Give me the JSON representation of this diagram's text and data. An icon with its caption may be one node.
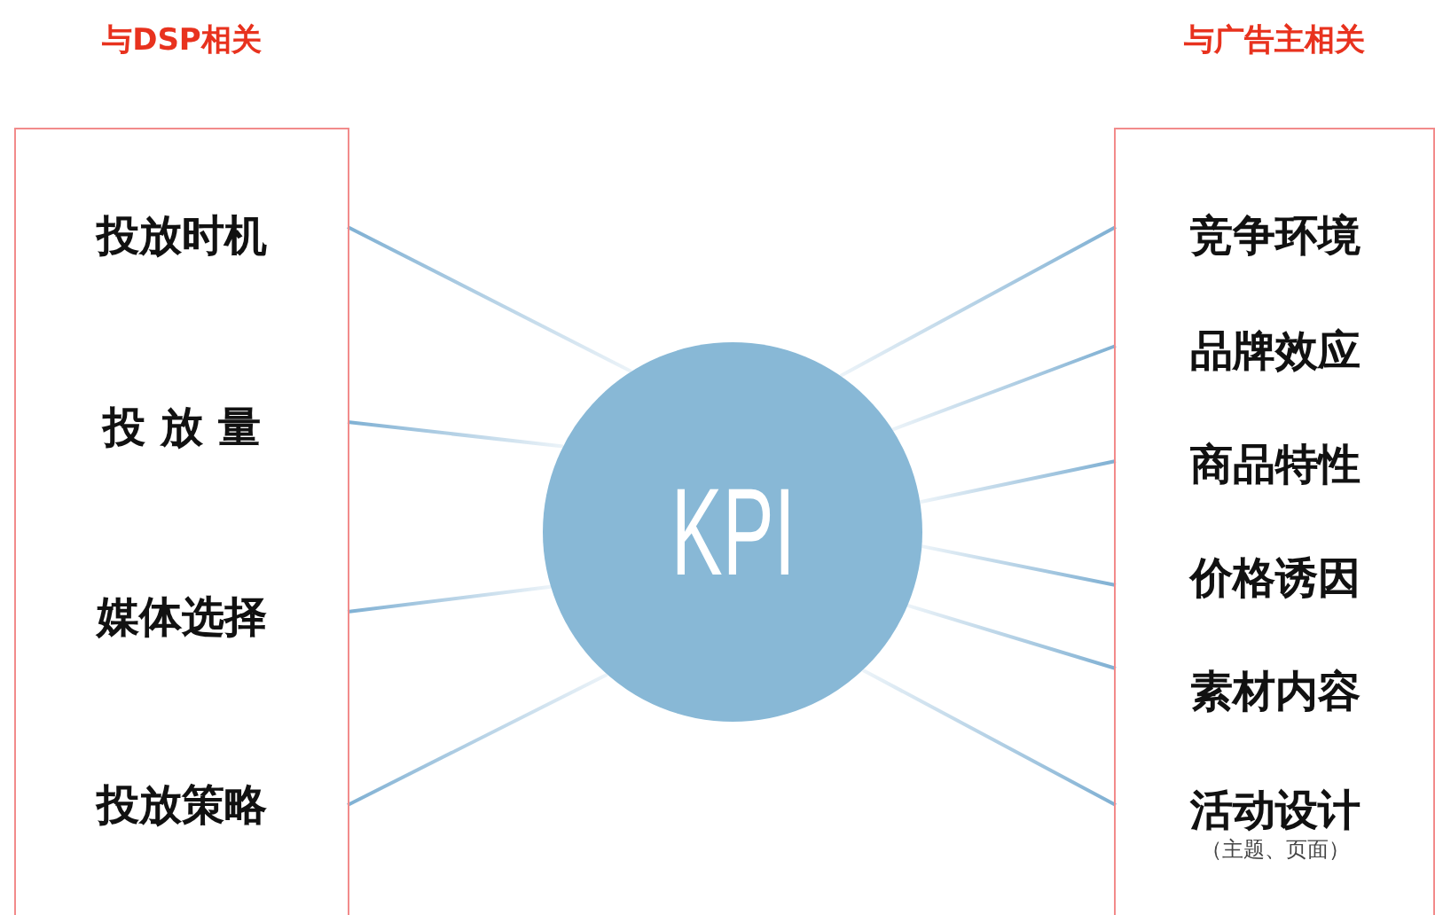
{
  "diagram": {
    "nodes": [
      {
        "text": [
          "与DSP相关"
        ]
      },
      {
        "text": [
          "投放时机"
        ],
        "in": 0
      },
      {
        "text": [
          "投 放 量"
        ],
        "in": 0
      },
      {
        "text": [
          "媒体选择"
        ],
        "in": 0
      },
      {
        "text": [
          "投放策略"
        ],
        "in": 0
      },
      {
        "text": [
          "KPI"
        ]
      },
      {
        "text": [
          "与广告主相关"
        ]
      },
      {
        "text": [
          "竞争环境"
        ],
        "in": 6
      },
      {
        "text": [
          "品牌效应"
        ],
        "in": 6
      },
      {
        "text": [
          "商品特性"
        ],
        "in": 6
      },
      {
        "text": [
          "价格诱因"
        ],
        "in": 6
      },
      {
        "text": [
          "素材内容"
        ],
        "in": 6
      },
      {
        "text": [
          "活动设计"
        ],
        "in": 6,
        "beside": [
          "（主题、页面）"
        ]
      }
    ],
    "edges": [
      {
        "from": 5,
        "to": 1,
        "arrow": "none"
      },
      {
        "from": 5,
        "to": 2,
        "arrow": "none"
      },
      {
        "from": 5,
        "to": 3,
        "arrow": "none"
      },
      {
        "from": 5,
        "to": 4,
        "arrow": "none"
      },
      {
        "from": 5,
        "to": 7,
        "arrow": "none"
      },
      {
        "from": 5,
        "to": 8,
        "arrow": "none"
      },
      {
        "from": 5,
        "to": 9,
        "arrow": "none"
      },
      {
        "from": 5,
        "to": 10,
        "arrow": "none"
      },
      {
        "from": 5,
        "to": 11,
        "arrow": "none"
      },
      {
        "from": 5,
        "to": 12,
        "arrow": "none"
      }
    ]
  }
}
